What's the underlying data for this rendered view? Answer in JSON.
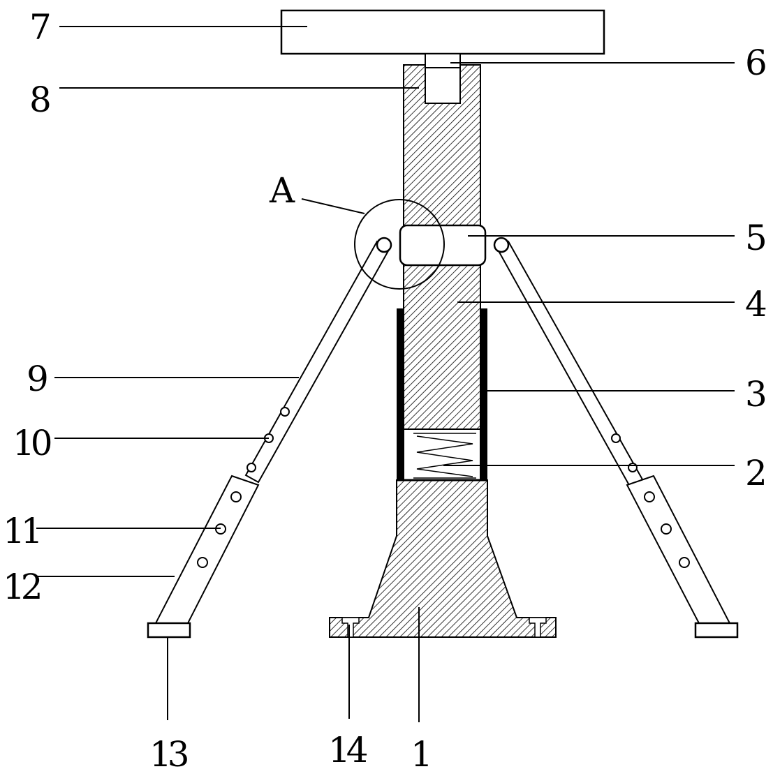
{
  "labels": {
    "l1": "1",
    "l2": "2",
    "l3": "3",
    "l4": "4",
    "l5": "5",
    "l6": "6",
    "l7": "7",
    "l8": "8",
    "l9": "9",
    "l10": "10",
    "l11": "11",
    "l12": "12",
    "l13": "13",
    "l14": "14",
    "detail": "A"
  },
  "colors": {
    "stroke": "#000000",
    "background": "#ffffff"
  }
}
